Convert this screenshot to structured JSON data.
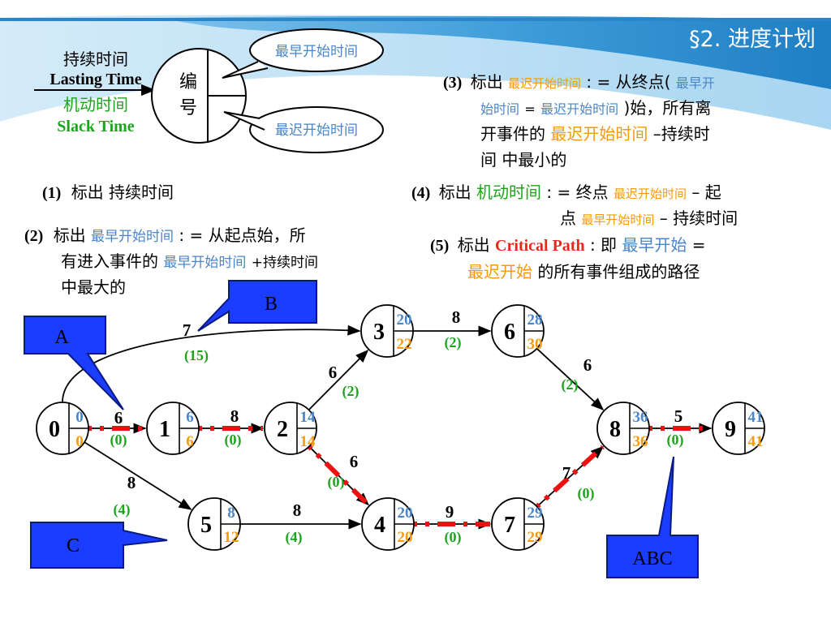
{
  "header": {
    "title": "§2. 进度计划"
  },
  "colors": {
    "blue_text": "#4a86c8",
    "orange_text": "#f59a0a",
    "green_text": "#1ca51c",
    "red_text": "#e8281e",
    "critical_dash": "#ee1111",
    "callout_fill": "#1a3dff"
  },
  "legend": {
    "lasting_cn": "持续时间",
    "lasting_en": "Lasting Time",
    "slack_cn": "机动时间",
    "slack_en": "Slack Time",
    "node_label_line1": "编",
    "node_label_line2": "号",
    "earliest_bubble": "最早开始时间",
    "latest_bubble": "最迟开始时间"
  },
  "steps": {
    "s1": {
      "prefix": "(1)",
      "text": "标出 持续时间"
    },
    "s2": {
      "prefix": "(2)",
      "t1": "标出 ",
      "t2": "最早开始时间",
      "t3": ": = 从起点始，所",
      "line2a": "有进入事件的",
      "line2b": "最早开始时间",
      "line2c": "+持续时间",
      "line3": "中最大的"
    },
    "s3": {
      "prefix": "(3)",
      "t1": "标出",
      "t2": "最迟开始时间",
      "t3": ": = 从终点(",
      "t4": "最早开",
      "line2a": "始时间",
      "line2b": "=",
      "line2c": "最迟开始时间",
      "line2d": ")始，所有离",
      "line3a": "开事件的 ",
      "line3b": "最迟开始时间",
      "line3c": "–持续时",
      "line4": "间 中最小的"
    },
    "s4": {
      "prefix": "(4)",
      "t1": "标出 ",
      "t2": "机动时间",
      "t3": ": = 终点",
      "t4": "最迟开始时间",
      "t5": "– 起",
      "line2a": "点",
      "line2b": "最早开始时间",
      "line2c": "– 持续时间"
    },
    "s5": {
      "prefix": "(5)",
      "t1": "标出",
      "t2": "Critical Path",
      "t3": ": 即",
      "t4": "最早开始",
      "t5": " =",
      "line2a": "最迟开始",
      "line2b": "的所有事件组成的路径"
    }
  },
  "nodes": [
    {
      "id": "0",
      "es": "0",
      "ls": "0"
    },
    {
      "id": "1",
      "es": "6",
      "ls": "6"
    },
    {
      "id": "2",
      "es": "14",
      "ls": "14"
    },
    {
      "id": "3",
      "es": "20",
      "ls": "22"
    },
    {
      "id": "4",
      "es": "20",
      "ls": "20"
    },
    {
      "id": "5",
      "es": "8",
      "ls": "12"
    },
    {
      "id": "6",
      "es": "28",
      "ls": "30"
    },
    {
      "id": "7",
      "es": "29",
      "ls": "29"
    },
    {
      "id": "8",
      "es": "36",
      "ls": "36"
    },
    {
      "id": "9",
      "es": "41",
      "ls": "41"
    }
  ],
  "edges": [
    {
      "from": "0",
      "to": "1",
      "duration": "6",
      "slack": "(0)",
      "critical": true
    },
    {
      "from": "1",
      "to": "2",
      "duration": "8",
      "slack": "(0)",
      "critical": true
    },
    {
      "from": "0",
      "to": "3",
      "duration": "7",
      "slack": "(15)",
      "critical": false
    },
    {
      "from": "2",
      "to": "3",
      "duration": "6",
      "slack": "(2)",
      "critical": false
    },
    {
      "from": "2",
      "to": "4",
      "duration": "6",
      "slack": "(0)",
      "critical": true
    },
    {
      "from": "0",
      "to": "5",
      "duration": "8",
      "slack": "(4)",
      "critical": false
    },
    {
      "from": "5",
      "to": "4",
      "duration": "8",
      "slack": "(4)",
      "critical": false
    },
    {
      "from": "3",
      "to": "6",
      "duration": "8",
      "slack": "(2)",
      "critical": false
    },
    {
      "from": "4",
      "to": "7",
      "duration": "9",
      "slack": "(0)",
      "critical": true
    },
    {
      "from": "6",
      "to": "8",
      "duration": "6",
      "slack": "(2)",
      "critical": false
    },
    {
      "from": "7",
      "to": "8",
      "duration": "7",
      "slack": "(0)",
      "critical": true
    },
    {
      "from": "8",
      "to": "9",
      "duration": "5",
      "slack": "(0)",
      "critical": true
    }
  ],
  "callouts": {
    "a": "A",
    "b": "B",
    "c": "C",
    "abc": "ABC"
  }
}
